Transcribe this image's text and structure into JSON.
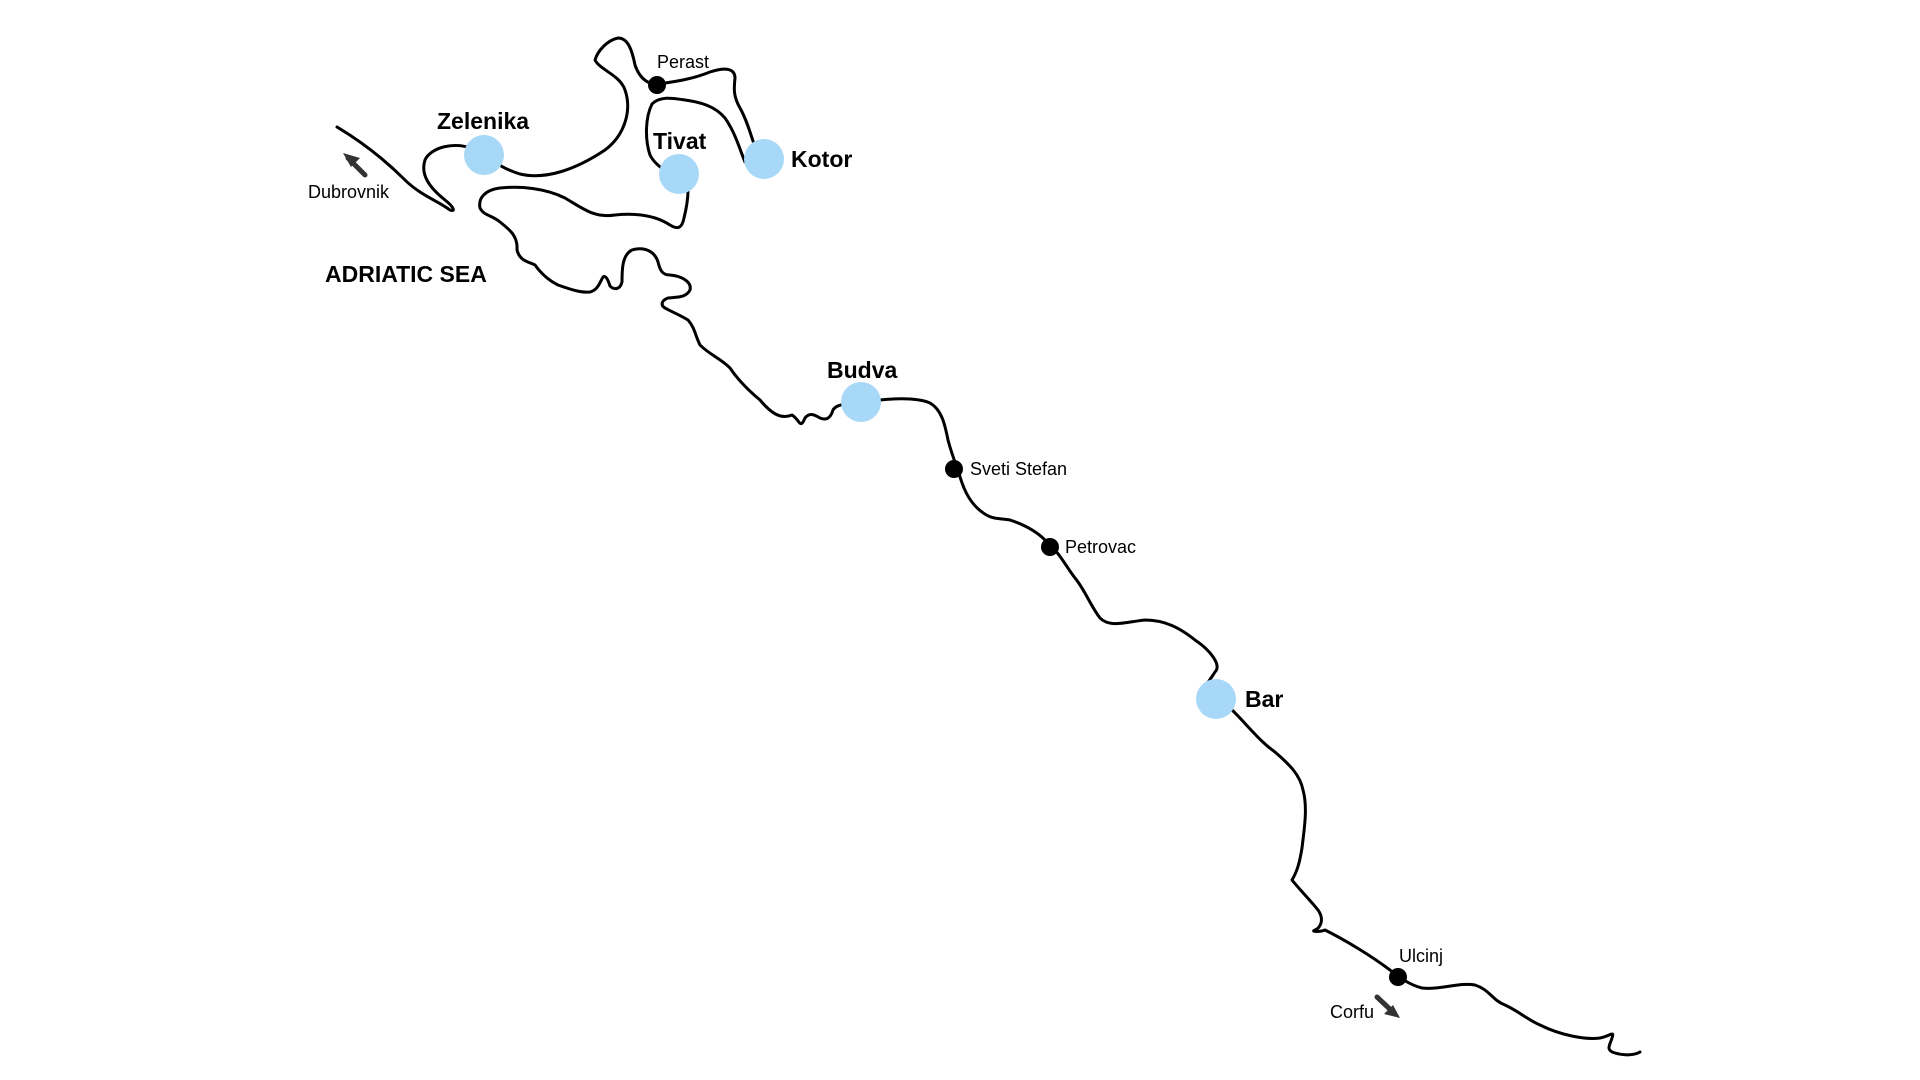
{
  "map": {
    "sea_label": "ADRIATIC SEA",
    "colors": {
      "major_port": "#a7d8f7",
      "minor_stop": "#000000",
      "coastline": "#000000",
      "arrow": "#333333"
    },
    "major_ports": [
      {
        "id": "zelenika",
        "label": "Zelenika"
      },
      {
        "id": "tivat",
        "label": "Tivat"
      },
      {
        "id": "kotor",
        "label": "Kotor"
      },
      {
        "id": "budva",
        "label": "Budva"
      },
      {
        "id": "bar",
        "label": "Bar"
      }
    ],
    "minor_stops": [
      {
        "id": "perast",
        "label": "Perast"
      },
      {
        "id": "sveti-stefan",
        "label": "Sveti Stefan"
      },
      {
        "id": "petrovac",
        "label": "Petrovac"
      },
      {
        "id": "ulcinj",
        "label": "Ulcinj"
      }
    ],
    "directions": [
      {
        "id": "dubrovnik",
        "label": "Dubrovnik",
        "icon": "arrow-up-left-icon"
      },
      {
        "id": "corfu",
        "label": "Corfu",
        "icon": "arrow-down-right-icon"
      }
    ]
  }
}
